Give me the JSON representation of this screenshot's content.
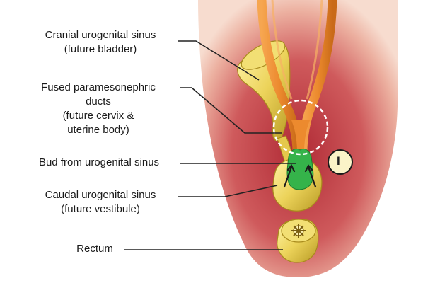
{
  "labels": {
    "cranial_urogenital_sinus": {
      "line1": "Cranial urogenital sinus",
      "line2": "(future bladder)"
    },
    "fused_paramesonephric_ducts": {
      "line1": "Fused paramesonephric",
      "line2": "ducts",
      "line3": "(future cervix &",
      "line4": "uterine body)"
    },
    "bud_from_urogenital_sinus": {
      "line1": "Bud from urogenital sinus"
    },
    "caudal_urogenital_sinus": {
      "line1": "Caudal urogenital sinus",
      "line2": "(future vestibule)"
    },
    "rectum": {
      "line1": "Rectum"
    }
  },
  "stage_marker": "I",
  "colors": {
    "embryo_tissue": "#b5303a",
    "embryo_outline": "#e8b7a6",
    "sinus_yellow": "#ecd35a",
    "duct_orange": "#ec8a2e",
    "bud_green": "#35b34a",
    "leader_line": "#222222"
  }
}
